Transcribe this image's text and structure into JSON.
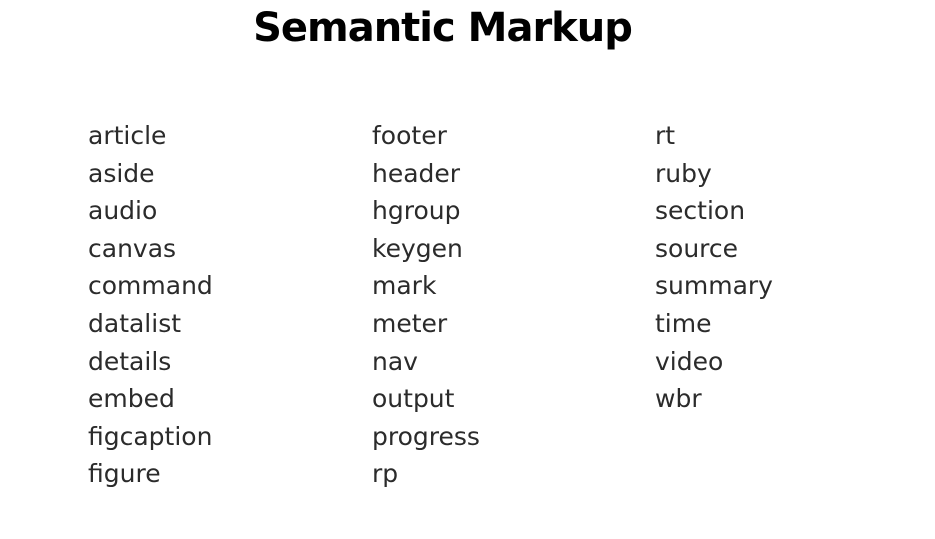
{
  "title": "Semantic Markup",
  "columns": [
    [
      "article",
      "aside",
      "audio",
      "canvas",
      "command",
      "datalist",
      "details",
      "embed",
      "figcaption",
      "figure"
    ],
    [
      "footer",
      "header",
      "hgroup",
      "keygen",
      "mark",
      "meter",
      "nav",
      "output",
      "progress",
      "rp"
    ],
    [
      "rt",
      "ruby",
      "section",
      "source",
      "summary",
      "time",
      "video",
      "wbr"
    ]
  ]
}
